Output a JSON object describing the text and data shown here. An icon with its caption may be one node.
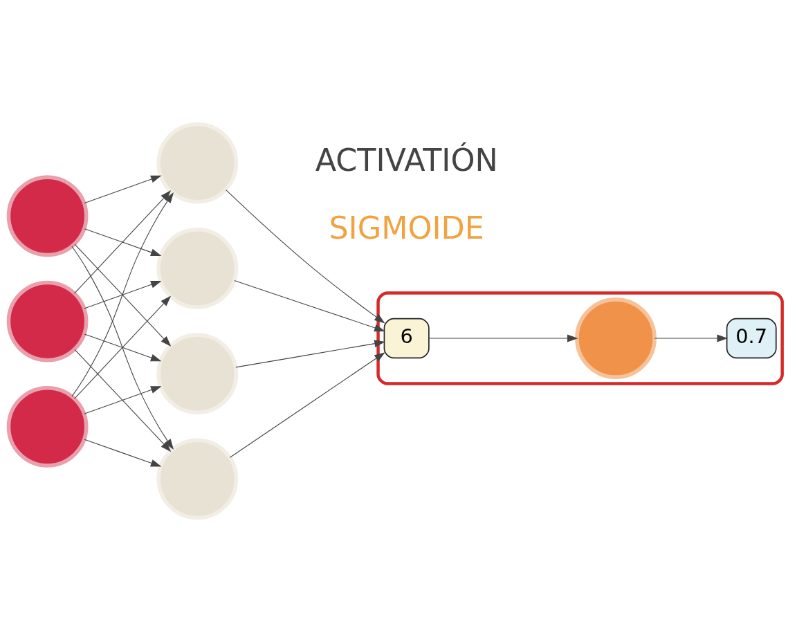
{
  "diagram": {
    "nodes": [
      {
        "text": [],
        "shape": "circle"
      },
      {
        "text": [],
        "shape": "circle"
      },
      {
        "text": [],
        "shape": "circle"
      },
      {
        "text": [],
        "shape": "circle"
      },
      {
        "text": [],
        "shape": "circle"
      },
      {
        "text": [],
        "shape": "circle"
      },
      {
        "text": [],
        "shape": "circle"
      },
      {
        "text": [],
        "shape": "box"
      },
      {
        "text": [
          "6"
        ],
        "in": 7
      },
      {
        "text": [],
        "shape": "circle",
        "in": 7
      },
      {
        "text": [
          "0.7"
        ],
        "in": 7
      }
    ],
    "edges": [
      {
        "from": 0,
        "to": 3,
        "arrow": "to"
      },
      {
        "from": 0,
        "to": 4,
        "arrow": "to"
      },
      {
        "from": 0,
        "to": 5,
        "arrow": "to"
      },
      {
        "from": 0,
        "to": 6,
        "arrow": "to"
      },
      {
        "from": 1,
        "to": 3,
        "arrow": "to"
      },
      {
        "from": 1,
        "to": 4,
        "arrow": "to"
      },
      {
        "from": 1,
        "to": 5,
        "arrow": "to"
      },
      {
        "from": 1,
        "to": 6,
        "arrow": "to"
      },
      {
        "from": 2,
        "to": 3,
        "arrow": "to"
      },
      {
        "from": 2,
        "to": 4,
        "arrow": "to"
      },
      {
        "from": 2,
        "to": 5,
        "arrow": "to"
      },
      {
        "from": 2,
        "to": 6,
        "arrow": "to"
      },
      {
        "from": 3,
        "to": 8,
        "arrow": "to"
      },
      {
        "from": 4,
        "to": 8,
        "arrow": "to"
      },
      {
        "from": 5,
        "to": 8,
        "arrow": "to"
      },
      {
        "from": 6,
        "to": 8,
        "arrow": "to"
      },
      {
        "from": 8,
        "to": 9,
        "arrow": "to"
      },
      {
        "from": 9,
        "to": 10,
        "arrow": "to"
      }
    ],
    "labels": [
      "ACTIVATIÓN",
      "SIGMOIDE"
    ]
  }
}
